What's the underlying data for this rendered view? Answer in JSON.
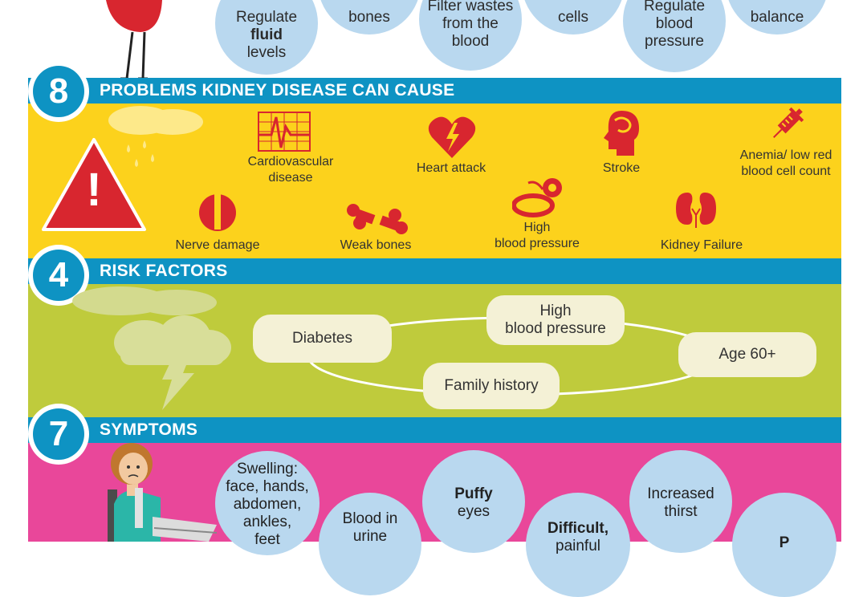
{
  "top": {
    "circles": [
      {
        "id": "fluid",
        "line1": "Regulate",
        "bold": "fluid",
        "line2": "levels"
      },
      {
        "id": "bones",
        "text": "bones"
      },
      {
        "id": "wastes",
        "line1": "Filter wastes",
        "line2": "from the",
        "line3": "blood"
      },
      {
        "id": "cells",
        "text": "cells"
      },
      {
        "id": "bp",
        "line1": "Regulate",
        "line2": "blood",
        "line3": "pressure"
      },
      {
        "id": "balance",
        "text": "balance"
      }
    ]
  },
  "problems": {
    "number": "8",
    "title": "PROBLEMS KIDNEY DISEASE CAN CAUSE",
    "items": [
      {
        "id": "cardio",
        "line1": "Cardiovascular",
        "line2": "disease"
      },
      {
        "id": "heart",
        "line1": "Heart attack"
      },
      {
        "id": "stroke",
        "line1": "Stroke"
      },
      {
        "id": "anemia",
        "line1": "Anemia/ low red",
        "line2": "blood cell count"
      },
      {
        "id": "nerve",
        "line1": "Nerve damage"
      },
      {
        "id": "weakbones",
        "line1": "Weak bones"
      },
      {
        "id": "highbp",
        "line1": "High",
        "line2": "blood pressure"
      },
      {
        "id": "kidneyfail",
        "line1": "Kidney Failure"
      }
    ],
    "warning_symbol": "!"
  },
  "risk": {
    "number": "4",
    "title": "RISK FACTORS",
    "factors": [
      {
        "id": "diabetes",
        "line1": "Diabetes"
      },
      {
        "id": "highbp",
        "line1": "High",
        "line2": "blood pressure"
      },
      {
        "id": "age",
        "line1": "Age 60+"
      },
      {
        "id": "family",
        "line1": "Family history"
      }
    ]
  },
  "symptoms": {
    "number": "7",
    "title": "SYMPTOMS",
    "items": [
      {
        "id": "swelling",
        "lines": [
          "Swelling:",
          "face, hands,",
          "abdomen,",
          "ankles,",
          "feet"
        ]
      },
      {
        "id": "blood",
        "lines": [
          "Blood in",
          "urine"
        ]
      },
      {
        "id": "puffy",
        "bold": "Puffy",
        "lines": [
          "eyes"
        ]
      },
      {
        "id": "difficult",
        "bold": "Difficult,",
        "lines": [
          "painful"
        ]
      },
      {
        "id": "thirst",
        "lines": [
          "Increased",
          "thirst"
        ]
      },
      {
        "id": "last",
        "bold": "P",
        "lines": []
      }
    ]
  },
  "colors": {
    "blue_bar": "#0e93c3",
    "yellow": "#fcd21c",
    "green": "#bfcb3c",
    "pink": "#e9479a",
    "circle": "#b9d8ef",
    "red": "#d8262f"
  }
}
